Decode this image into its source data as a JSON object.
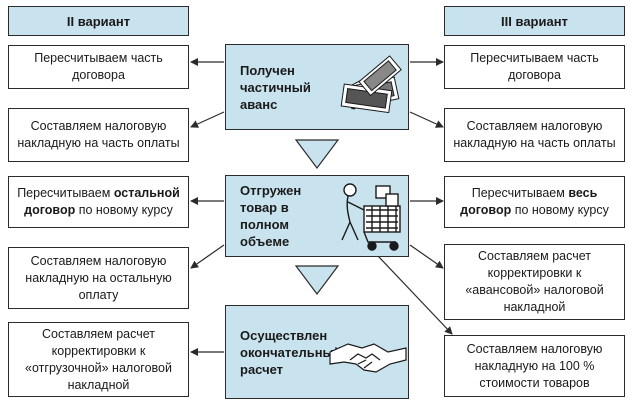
{
  "header_left": "II вариант",
  "header_right": "III вариант",
  "center": {
    "step1": "Получен частичный аванс",
    "step2": "Отгружен товар в полном объеме",
    "step3": "Осуществлен окончательный расчет"
  },
  "left": {
    "box1": "Пересчитываем часть договора",
    "box2": "Составляем налоговую накладную на часть оплаты",
    "box3_pre": "Пересчитываем ",
    "box3_bold1": "остальной",
    "box3_bold2": "договор",
    "box3_post": " по новому курсу",
    "box4": "Составляем налоговую накладную на остальную оплату",
    "box5": "Составляем расчет корректировки к «отгрузочной» налоговой накладной"
  },
  "right": {
    "box1": "Пересчитываем часть договора",
    "box2": "Составляем налоговую накладную на часть оплаты",
    "box3_pre": "Пересчитываем ",
    "box3_bold1": "весь",
    "box3_bold2": "договор",
    "box3_post": " по новому курсу",
    "box4": "Составляем расчет корректировки к «авансовой» налоговой накладной",
    "box5": "Составляем налоговую накладную на 100 % стоимости товаров"
  },
  "icons": {
    "money": "money-bills-icon",
    "cart": "person-with-cart-icon",
    "handshake": "handshake-icon"
  },
  "colors": {
    "box_fill": "#c9e3ee",
    "line": "#2b2b2b",
    "triangle_fill": "#c9e3ee"
  }
}
